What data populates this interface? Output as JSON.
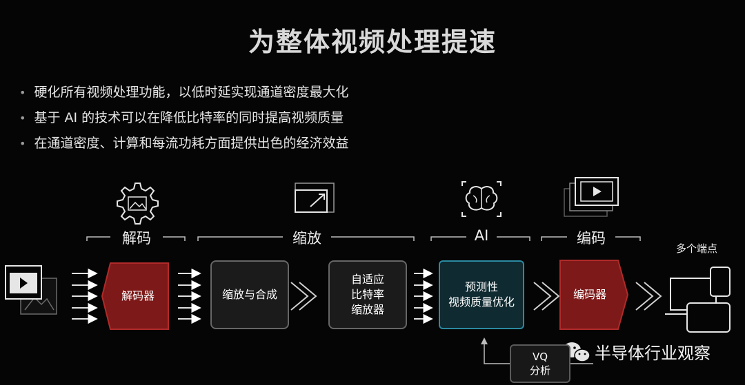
{
  "title": "为整体视频处理提速",
  "bullets": [
    "硬化所有视频处理功能，以低时延实现通道密度最大化",
    "基于 AI 的技术可以在降低比特率的同时提高视频质量",
    "在通道密度、计算和每流功耗方面提供出色的经济效益"
  ],
  "stages": {
    "decode": "解码",
    "scale": "缩放",
    "ai": "AI",
    "encode": "编码"
  },
  "boxes": {
    "decoder": "解码器",
    "scale_compose": "缩放与合成",
    "adaptive_line1": "自适应",
    "adaptive_line2": "比特率",
    "adaptive_line3": "缩放器",
    "predictive_line1": "预测性",
    "predictive_line2": "视频质量优化",
    "encoder": "编码器",
    "vq_line1": "VQ",
    "vq_line2": "分析"
  },
  "devices_label": "多个端点",
  "watermark": "半导体行业观察",
  "colors": {
    "background": "#050505",
    "codec_red": "#8a1c1c",
    "codec_border": "#c33",
    "ai_teal": "#2b8aa0"
  },
  "icons": [
    "gear-image-icon",
    "scale-window-icon",
    "brain-icon",
    "video-stack-icon",
    "video-input-icon",
    "devices-icon",
    "wechat-icon"
  ]
}
